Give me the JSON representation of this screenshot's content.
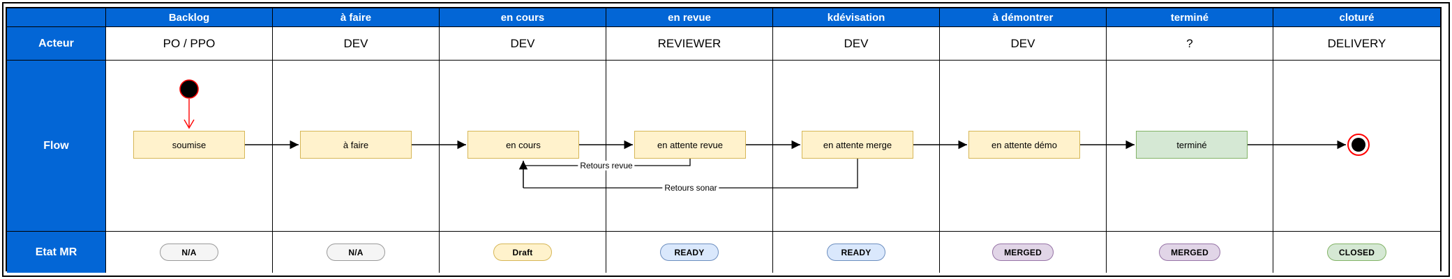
{
  "row_labels": {
    "actor": "Acteur",
    "flow": "Flow",
    "etat_mr": "Etat MR"
  },
  "columns": [
    {
      "header": "Backlog",
      "actor": "PO / PPO",
      "badge": "N/A",
      "badge_type": "na"
    },
    {
      "header": "à faire",
      "actor": "DEV",
      "badge": "N/A",
      "badge_type": "na"
    },
    {
      "header": "en cours",
      "actor": "DEV",
      "badge": "Draft",
      "badge_type": "draft"
    },
    {
      "header": "en revue",
      "actor": "REVIEWER",
      "badge": "READY",
      "badge_type": "ready"
    },
    {
      "header": "kdévisation",
      "actor": "DEV",
      "badge": "READY",
      "badge_type": "ready"
    },
    {
      "header": "à démontrer",
      "actor": "DEV",
      "badge": "MERGED",
      "badge_type": "merged"
    },
    {
      "header": "terminé",
      "actor": "?",
      "badge": "MERGED",
      "badge_type": "merged"
    },
    {
      "header": "cloturé",
      "actor": "DELIVERY",
      "badge": "CLOSED",
      "badge_type": "closed"
    }
  ],
  "flow": {
    "states": [
      "soumise",
      "à faire",
      "en cours",
      "en attente revue",
      "en attente merge",
      "en attente démo",
      "terminé"
    ],
    "edge_labels": [
      "Retours revue",
      "Retours sonar"
    ]
  },
  "colors": {
    "header_blue": "#0366D6",
    "state_yellow_fill": "#FFF2CC",
    "state_yellow_border": "#D6B656",
    "state_green_fill": "#D5E8D4",
    "state_green_border": "#82B366",
    "badge_na_fill": "#F5F5F5",
    "badge_na_border": "#999999",
    "badge_ready_fill": "#DAE8FC",
    "badge_ready_border": "#6C8EBF",
    "badge_merged_fill": "#E1D5E7",
    "badge_merged_border": "#9673A6",
    "badge_closed_fill": "#D5E8D4",
    "badge_closed_border": "#82B366",
    "arrow_red": "#FF0000",
    "arrow_black": "#000000"
  }
}
